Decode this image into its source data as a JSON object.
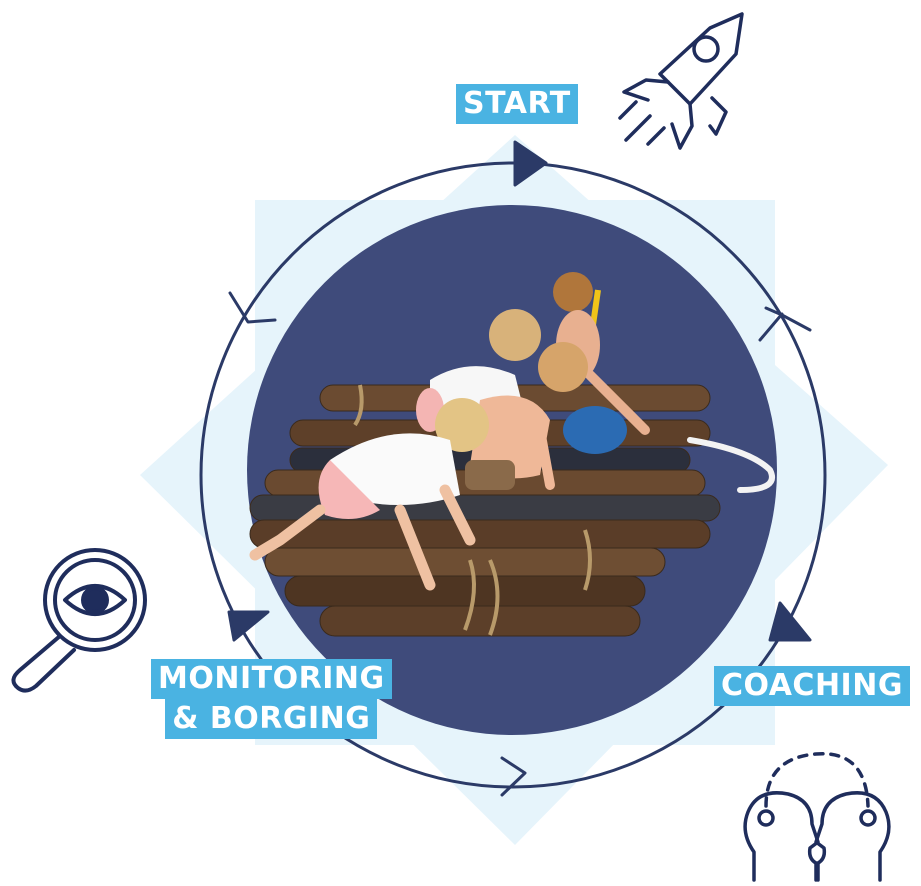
{
  "diagram": {
    "stages": {
      "start": "START",
      "coaching": "COACHING",
      "monitoring_line1": "MONITORING",
      "monitoring_line2": "& BORGING"
    },
    "icons": {
      "start": "rocket-icon",
      "coaching": "two-heads-thinking-icon",
      "monitoring": "magnifier-eye-icon"
    },
    "photo": "children-on-log-raft",
    "colors": {
      "label_bg": "#4ab3e2",
      "ring": "#2b3a67",
      "disc": "#3f4b7b",
      "halo": "#e6f4fb",
      "icon_stroke": "#1f2d5c"
    }
  }
}
